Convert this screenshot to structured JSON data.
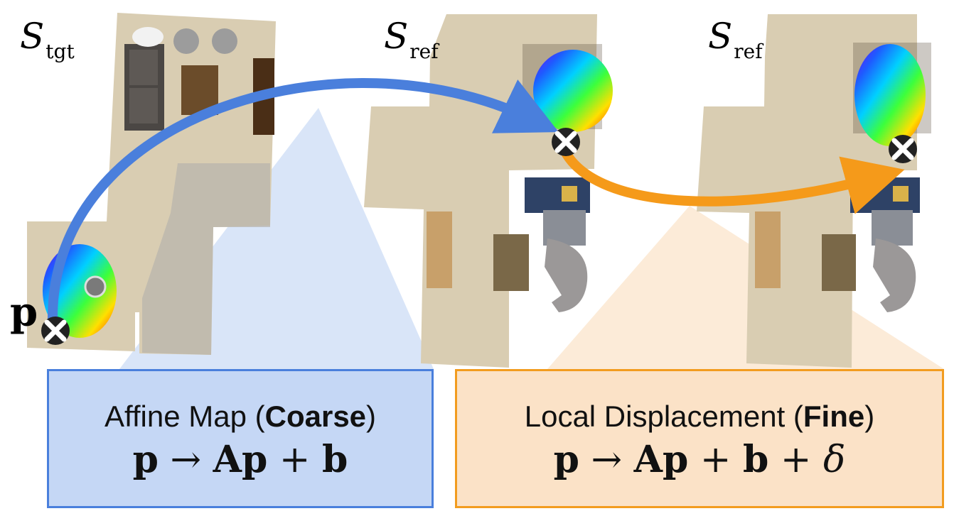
{
  "labels": {
    "s_tgt": {
      "main": "S",
      "sub": "tgt"
    },
    "s_ref_1": {
      "main": "S",
      "sub": "ref"
    },
    "s_ref_2": {
      "main": "S",
      "sub": "ref"
    },
    "point": "p"
  },
  "boxes": {
    "coarse": {
      "title_prefix": "Affine Map (",
      "title_bold": "Coarse",
      "title_suffix": ")",
      "formula": {
        "p1": "p",
        "arrow": " → ",
        "A": "A",
        "p2": "p",
        "plus": " + ",
        "b": "b"
      }
    },
    "fine": {
      "title_prefix": "Local Displacement (",
      "title_bold": "Fine",
      "title_suffix": ")",
      "formula": {
        "p1": "p",
        "arrow": " → ",
        "A": "A",
        "p2": "p",
        "plus": " + ",
        "b": "b",
        "plus2": " + ",
        "delta": "δ"
      }
    }
  },
  "colors": {
    "coarse_arrow": "#4a7fdc",
    "fine_arrow": "#f59a1a",
    "coarse_fill": "#c5d7f5",
    "fine_fill": "#fbe2c7",
    "floor": "#d8cdb4"
  }
}
